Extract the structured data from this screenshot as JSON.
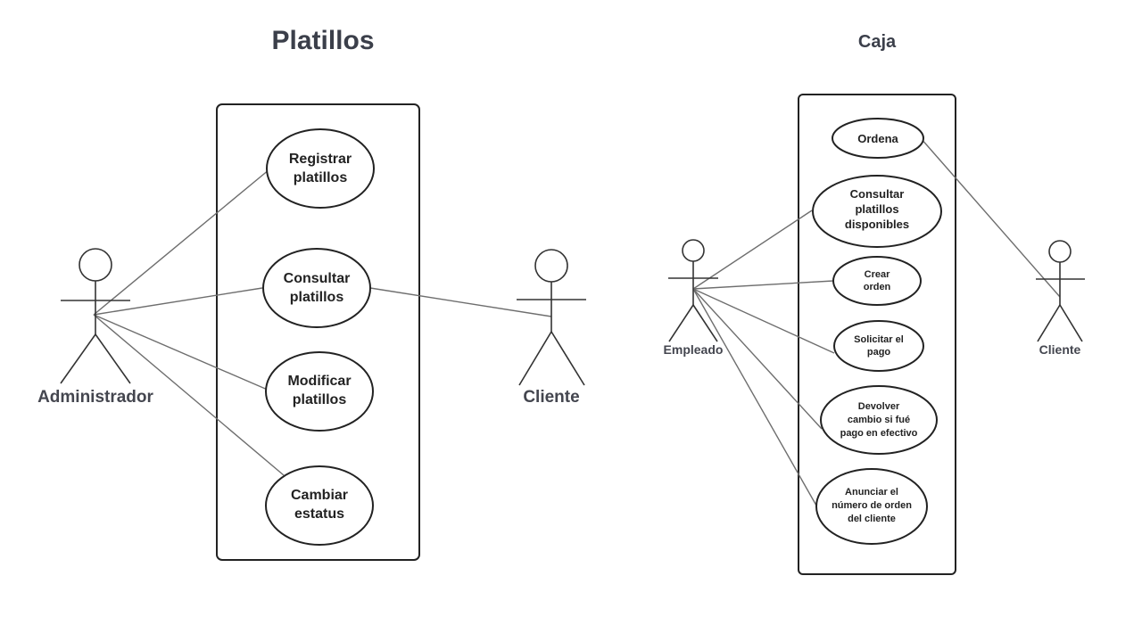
{
  "diagrams": [
    {
      "title": "Platillos",
      "actors": [
        "Administrador",
        "Cliente"
      ],
      "use_cases": [
        [
          "Registrar",
          "platillos"
        ],
        [
          "Consultar",
          "platillos"
        ],
        [
          "Modificar",
          "platillos"
        ],
        [
          "Cambiar",
          "estatus"
        ]
      ]
    },
    {
      "title": "Caja",
      "actors": [
        "Empleado",
        "Cliente"
      ],
      "use_cases": [
        [
          "Ordena"
        ],
        [
          "Consultar",
          "platillos",
          "disponibles"
        ],
        [
          "Crear",
          "orden"
        ],
        [
          "Solicitar el",
          "pago"
        ],
        [
          "Devolver",
          "cambio si fué",
          "pago en efectivo"
        ],
        [
          "Anunciar el",
          "número de orden",
          "del cliente"
        ]
      ]
    }
  ]
}
